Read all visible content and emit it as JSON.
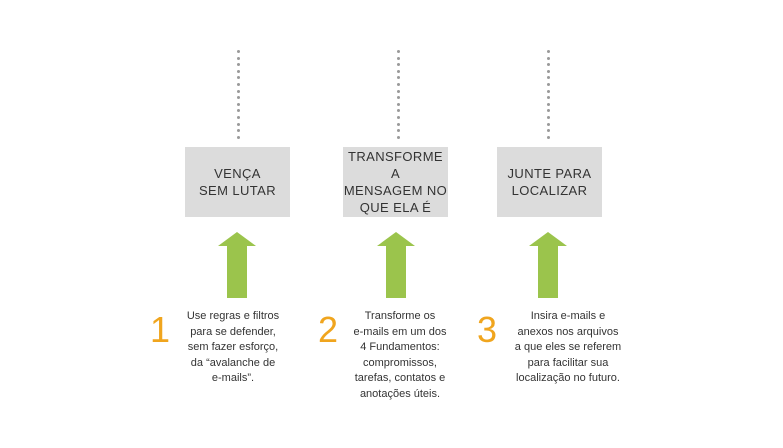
{
  "colors": {
    "box": "#dcdcdc",
    "arrow": "#9bc44c",
    "number": "#f0a51e",
    "dots": "#9a9a9a"
  },
  "steps": [
    {
      "box_label": "VENÇA\nSEM LUTAR",
      "number": "1",
      "description": "Use regras e filtros\npara se defender,\nsem fazer esforço,\nda “avalanche de\ne-mails”."
    },
    {
      "box_label": "TRANSFORME A\nMENSAGEM NO\nQUE ELA É",
      "number": "2",
      "description": "Transforme os\ne-mails em um dos\n4 Fundamentos:\ncompromissos,\ntarefas, contatos e\nanotações úteis."
    },
    {
      "box_label": "JUNTE PARA\nLOCALIZAR",
      "number": "3",
      "description": "Insira e-mails e\nanexos nos arquivos\na que eles se referem\npara facilitar sua\nlocalização no futuro."
    }
  ]
}
